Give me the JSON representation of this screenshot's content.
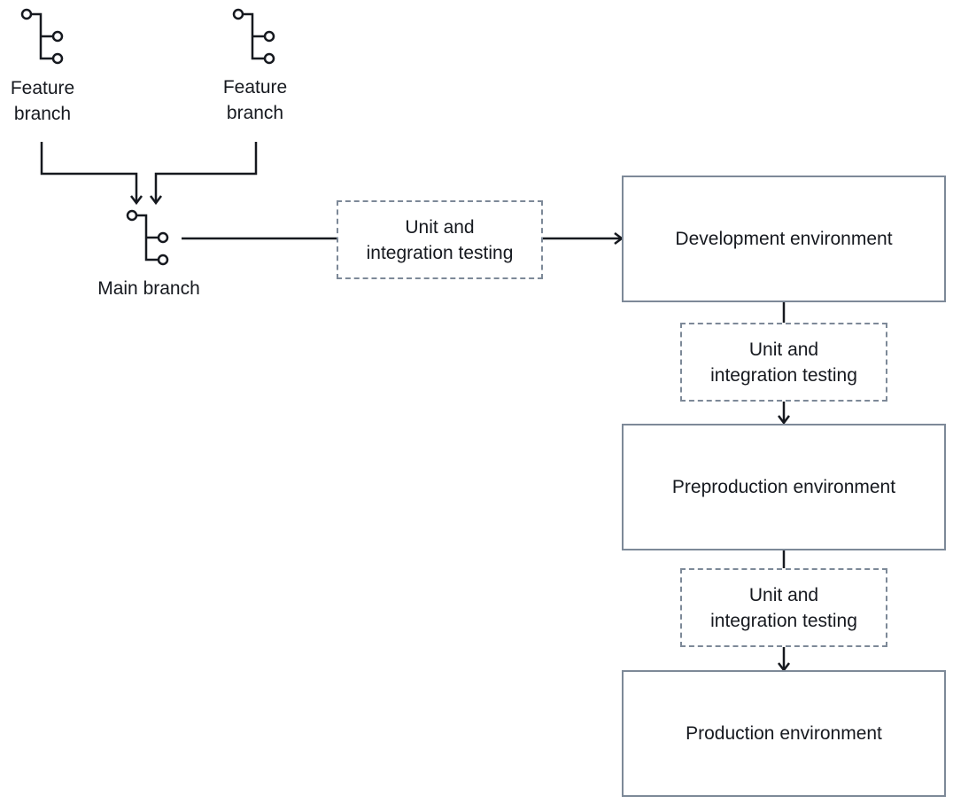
{
  "feature_branches": [
    {
      "label_line1": "Feature",
      "label_line2": "branch"
    },
    {
      "label_line1": "Feature",
      "label_line2": "branch"
    }
  ],
  "main_branch": {
    "label": "Main branch"
  },
  "testing_steps": [
    {
      "label_line1": "Unit and",
      "label_line2": "integration testing"
    },
    {
      "label_line1": "Unit and",
      "label_line2": "integration testing"
    },
    {
      "label_line1": "Unit and",
      "label_line2": "integration testing"
    }
  ],
  "environments": [
    {
      "label": "Development environment"
    },
    {
      "label": "Preproduction environment"
    },
    {
      "label": "Production environment"
    }
  ],
  "icons": {
    "branch_icon": "git-branch-icon"
  },
  "colors": {
    "line": "#16191f",
    "box_border": "#7d8998",
    "text": "#16191f",
    "background": "#ffffff"
  }
}
